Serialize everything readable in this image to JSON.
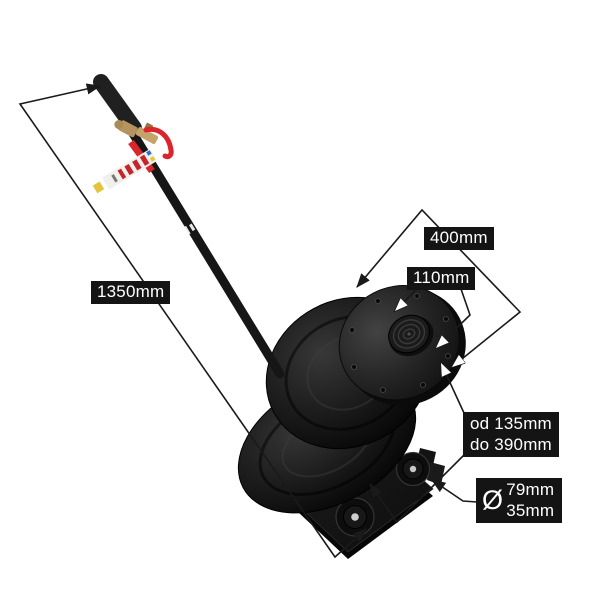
{
  "diagram": {
    "title": "pneumatic-air-jack-dimension-diagram",
    "dimensions": {
      "length": {
        "label": "1350mm"
      },
      "top_plate_width": {
        "label": "400mm"
      },
      "center_pad": {
        "label": "110mm"
      },
      "lift_height_range": {
        "line1": "od 135mm",
        "line2": "do 390mm"
      },
      "wheel": {
        "symbol": "Ø",
        "line1": "79mm",
        "line2": "35mm"
      }
    },
    "colors": {
      "background": "#ffffff",
      "label_background": "#141414",
      "label_text": "#ffffff",
      "dimension_line": "#1a1a1a",
      "accent_red": "#d9252b",
      "brass": "#c2a06b",
      "product_black": "#141414"
    }
  }
}
